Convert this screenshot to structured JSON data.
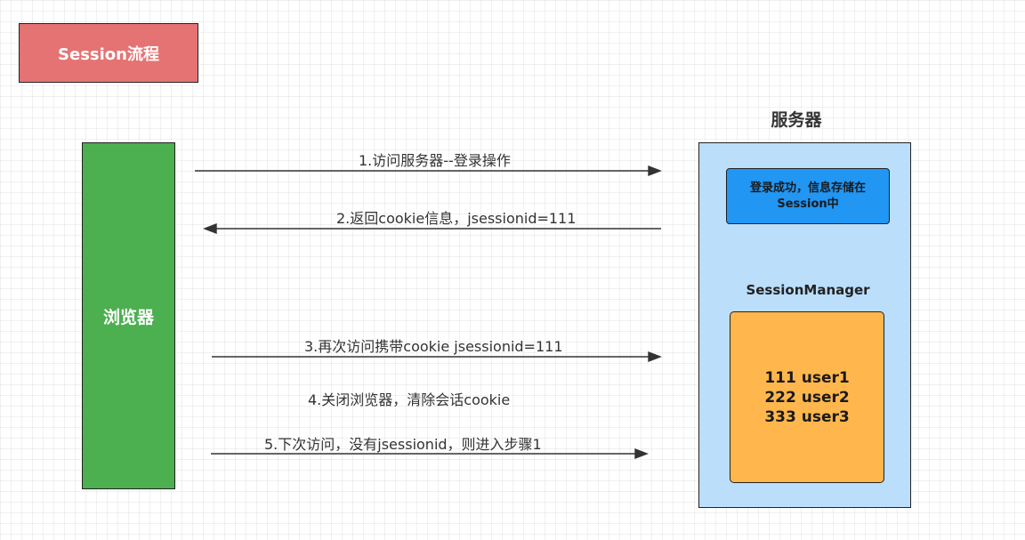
{
  "title": "Session流程",
  "browser": {
    "label": "浏览器"
  },
  "server": {
    "title": "服务器",
    "success_message": "登录成功，信息存储在Session中",
    "manager_label": "SessionManager",
    "sessions": [
      {
        "text": "111 user1"
      },
      {
        "text": "222 user2"
      },
      {
        "text": "333 user3"
      }
    ]
  },
  "steps": [
    {
      "label": "1.访问服务器--登录操作",
      "direction": "to-server"
    },
    {
      "label": "2.返回cookie信息，jsessionid=111",
      "direction": "to-browser"
    },
    {
      "label": "3.再次访问携带cookie jsessionid=111",
      "direction": "to-server"
    },
    {
      "label": "4.关闭浏览器，清除会话cookie",
      "direction": "none"
    },
    {
      "label": "5.下次访问，没有jsessionid，则进入步骤1",
      "direction": "to-server"
    }
  ]
}
